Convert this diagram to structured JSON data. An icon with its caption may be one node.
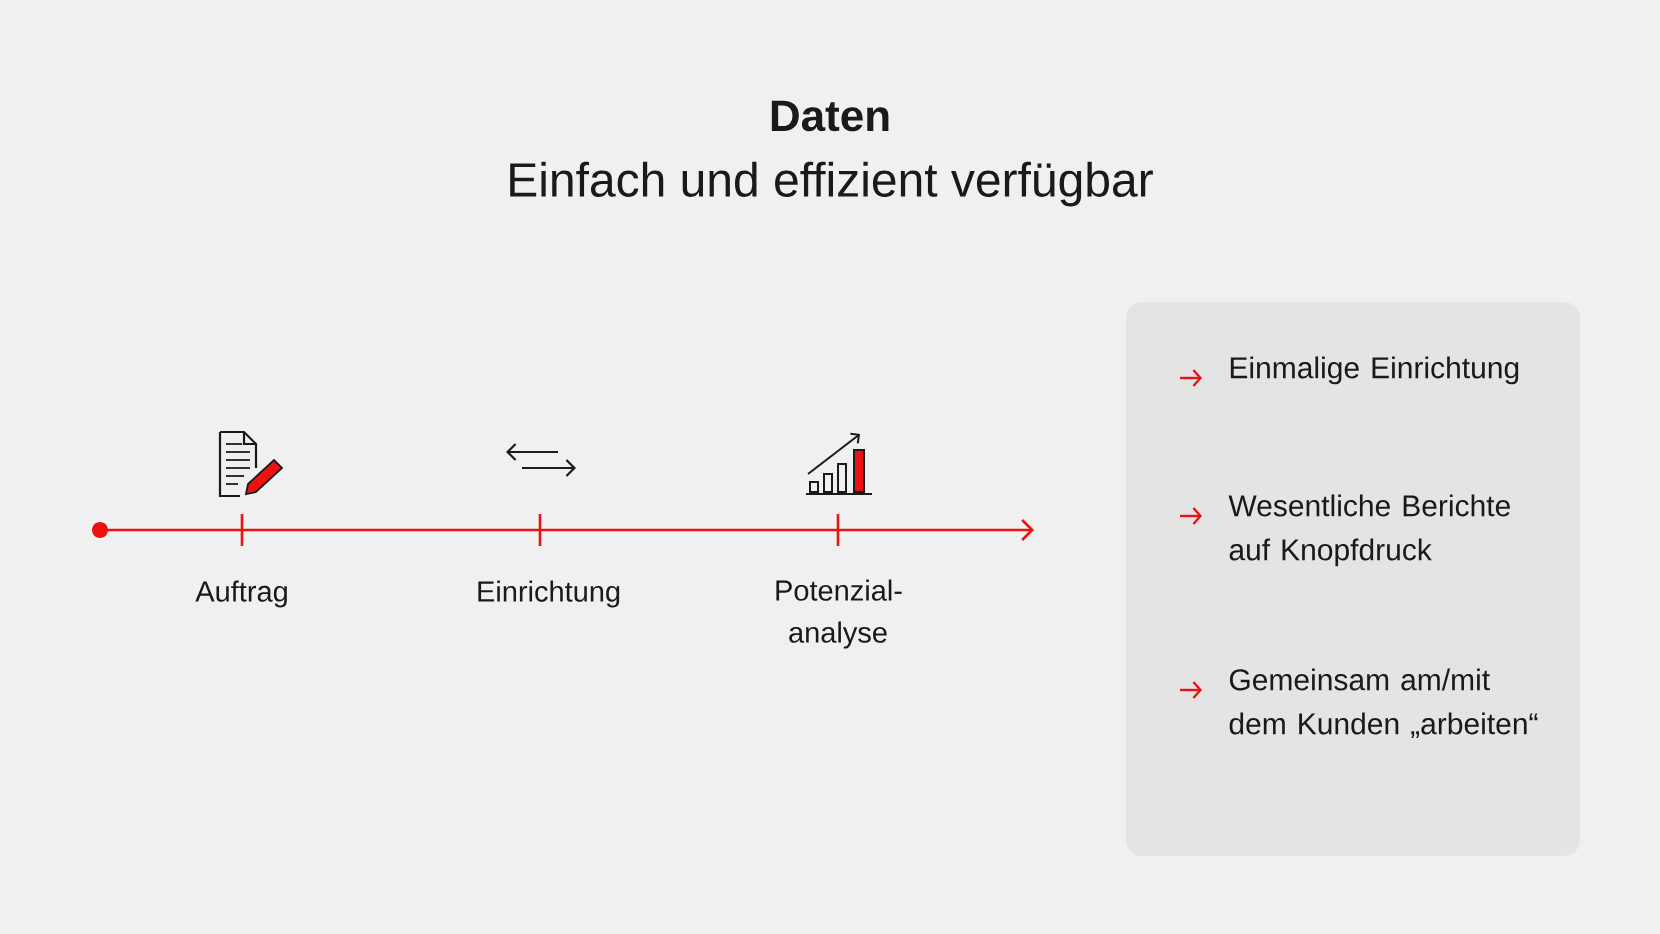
{
  "diagram": {
    "title": "Daten",
    "nodes": [
      {
        "text": [
          "Einmalige Einrichtung",
          "Wesentliche Berichte auf Knopfdruck",
          "Gemeinsam am/mit dem Kunden „arbeiten“"
        ]
      }
    ],
    "labels": [
      "Einfach und effizient verfügbar",
      "Auftrag",
      "Einrichtung",
      "Potenzial-analyse"
    ]
  }
}
